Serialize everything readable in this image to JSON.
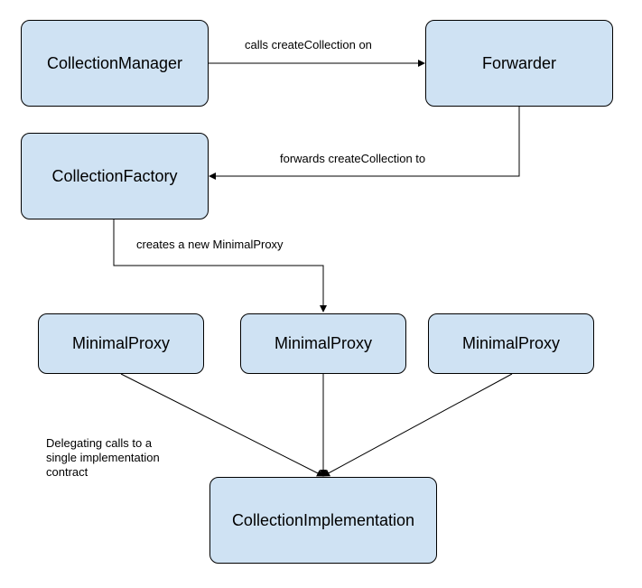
{
  "nodes": {
    "collection_manager": "CollectionManager",
    "forwarder": "Forwarder",
    "collection_factory": "CollectionFactory",
    "minimal_proxy_1": "MinimalProxy",
    "minimal_proxy_2": "MinimalProxy",
    "minimal_proxy_3": "MinimalProxy",
    "collection_implementation": "CollectionImplementation"
  },
  "edges": {
    "manager_to_forwarder": "calls createCollection on",
    "forwarder_to_factory": "forwards createCollection to",
    "factory_to_proxy": "creates a new MinimalProxy",
    "proxies_to_implementation": "Delegating calls to a\nsingle implementation\ncontract"
  },
  "colors": {
    "node_fill": "#cfe2f3",
    "node_border": "#000000",
    "edge": "#000000",
    "text": "#000000"
  }
}
